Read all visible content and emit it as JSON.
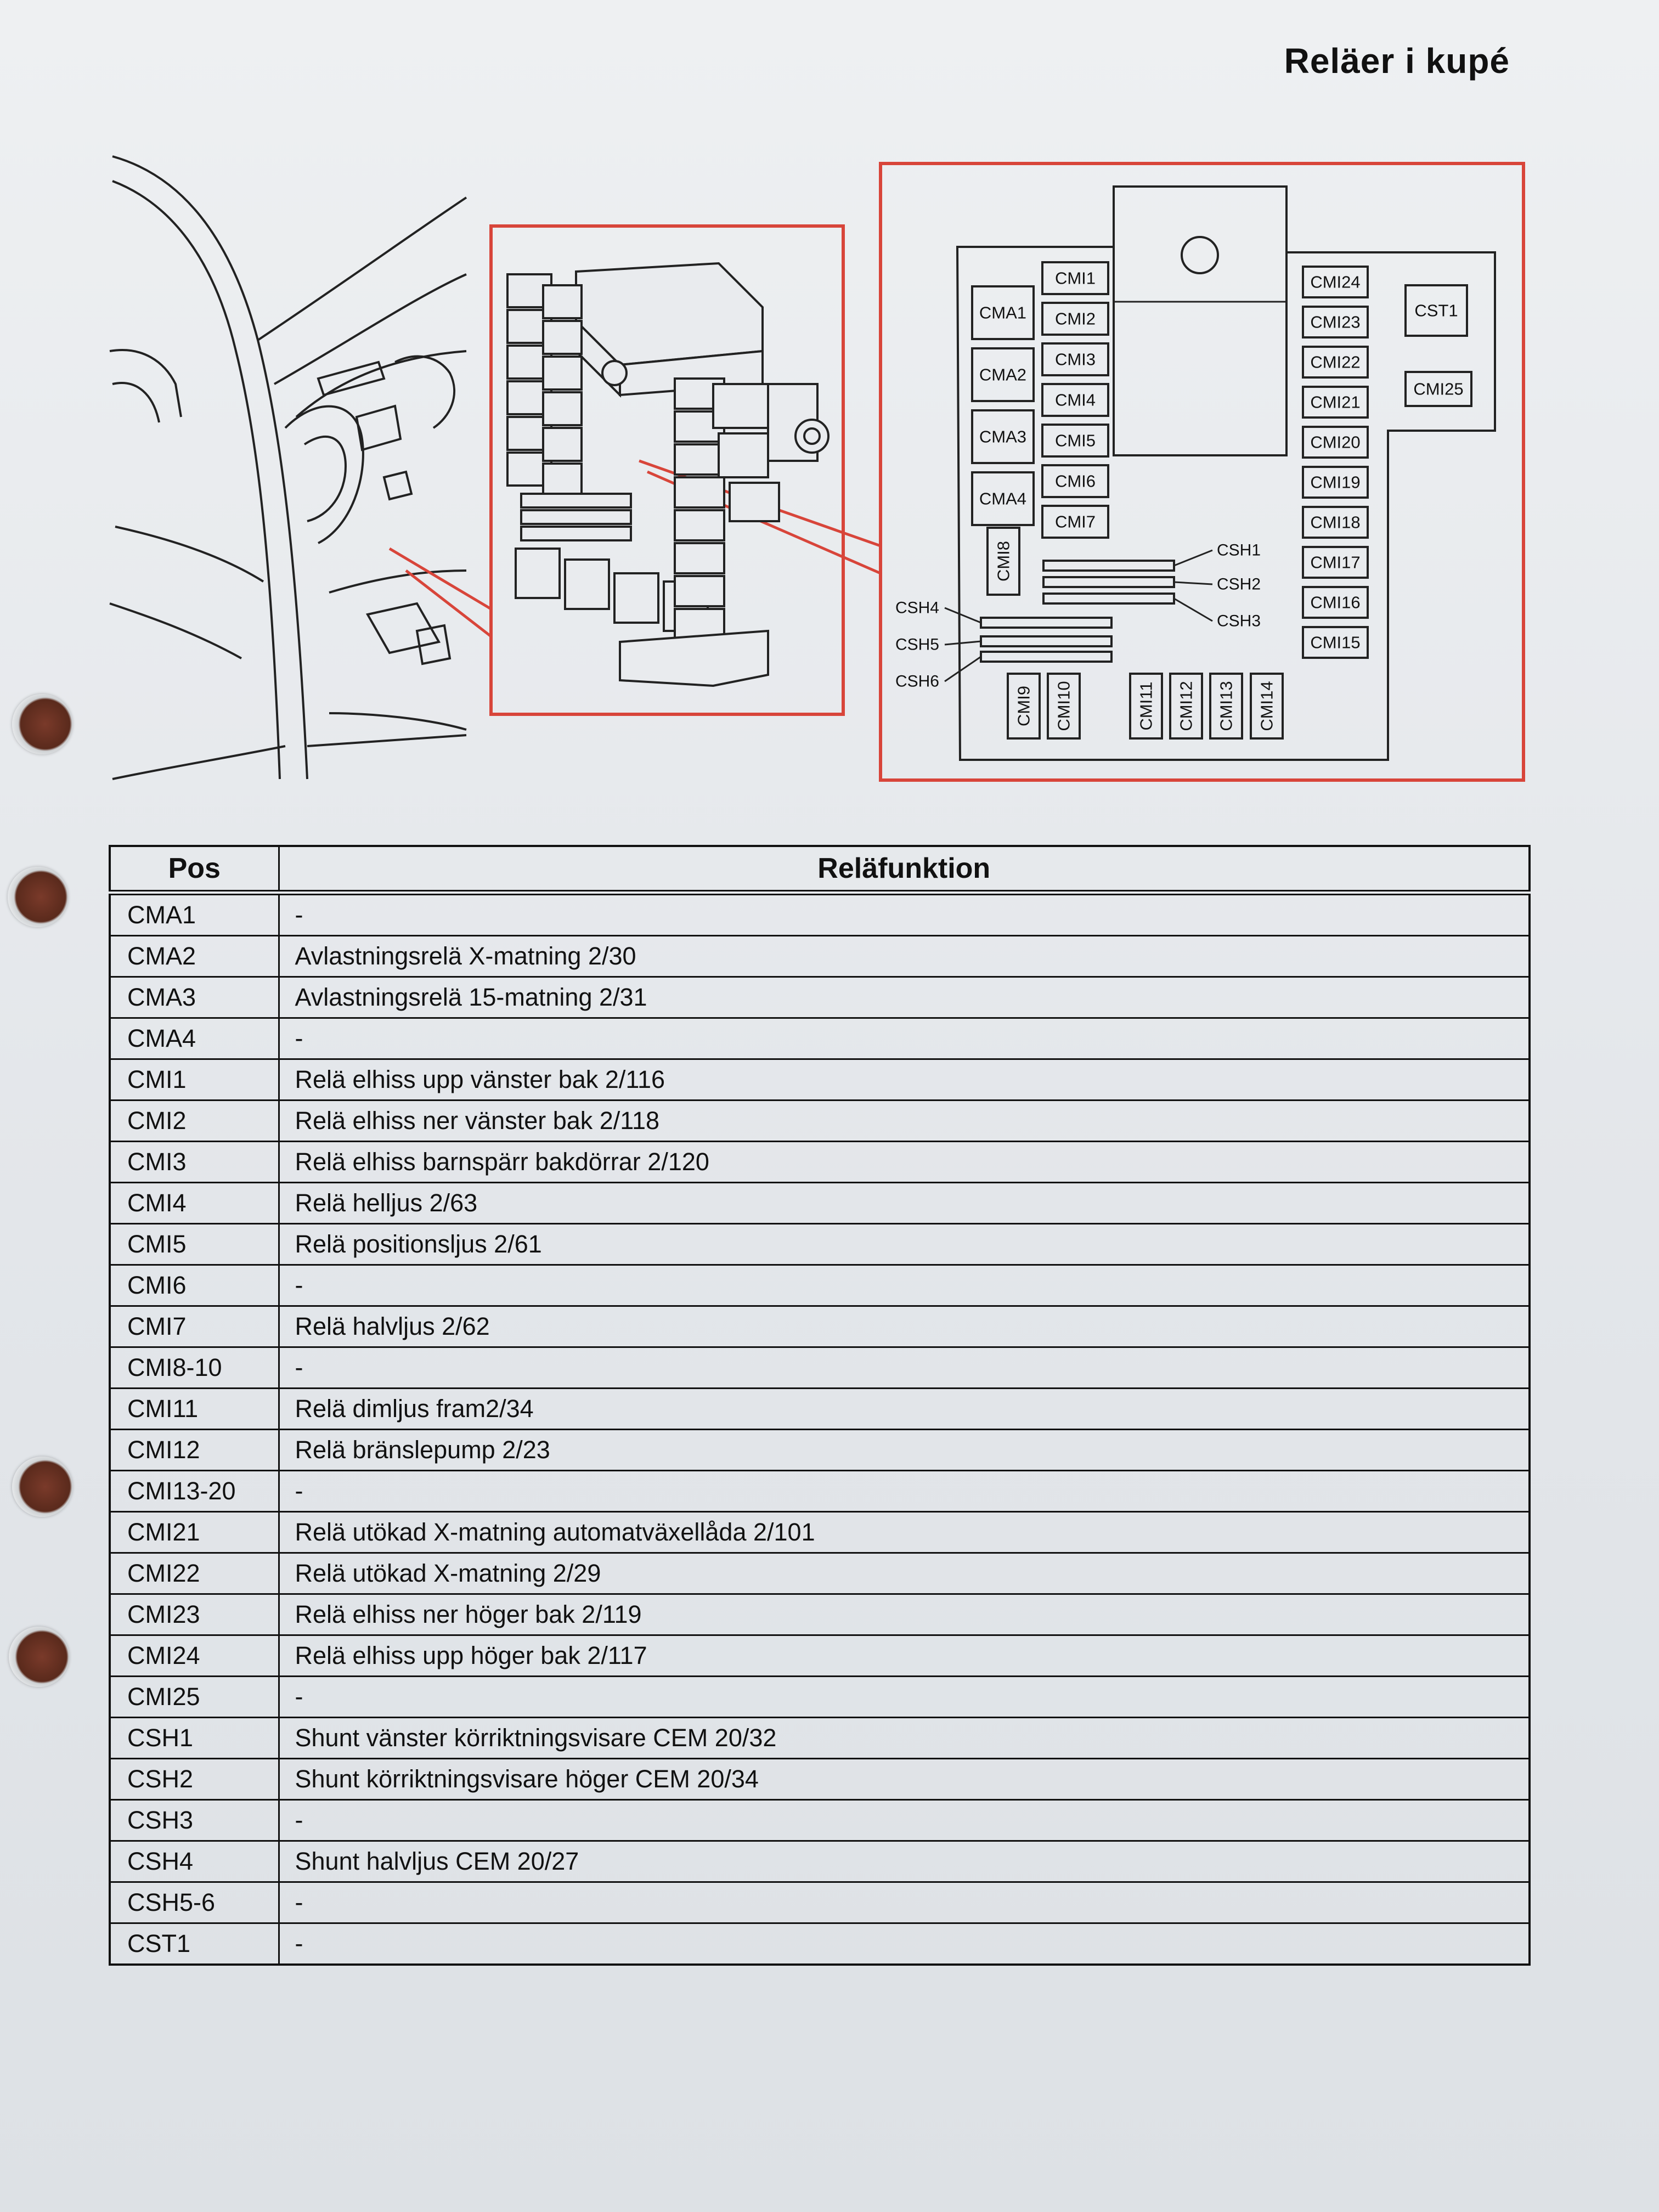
{
  "page": {
    "title": "Reläer i kupé"
  },
  "diagram": {
    "left_relays": [
      "CMA1",
      "CMA2",
      "CMA3",
      "CMA4"
    ],
    "cmi_column": [
      "CMI1",
      "CMI2",
      "CMI3",
      "CMI4",
      "CMI5",
      "CMI6",
      "CMI7"
    ],
    "right_column": [
      "CMI24",
      "CMI23",
      "CMI22",
      "CMI21",
      "CMI20",
      "CMI19",
      "CMI18",
      "CMI17",
      "CMI16",
      "CMI15"
    ],
    "far_right": [
      "CST1",
      "CMI25"
    ],
    "vertical_small": "CMI8",
    "bottom_vertical": [
      "CMI9",
      "CMI10",
      "CMI11",
      "CMI12",
      "CMI13",
      "CMI14"
    ],
    "shunts_upper": [
      "CSH1",
      "CSH2",
      "CSH3"
    ],
    "shunts_lower": [
      "CSH4",
      "CSH5",
      "CSH6"
    ],
    "highlight_color": "#d8453a"
  },
  "table": {
    "headers": {
      "pos": "Pos",
      "function": "Reläfunktion"
    },
    "rows": [
      {
        "pos": "CMA1",
        "function": "-"
      },
      {
        "pos": "CMA2",
        "function": "Avlastningsrelä X-matning 2/30"
      },
      {
        "pos": "CMA3",
        "function": "Avlastningsrelä 15-matning 2/31"
      },
      {
        "pos": "CMA4",
        "function": "-"
      },
      {
        "pos": "CMI1",
        "function": "Relä elhiss upp vänster bak 2/116"
      },
      {
        "pos": "CMI2",
        "function": "Relä elhiss ner vänster bak 2/118"
      },
      {
        "pos": "CMI3",
        "function": "Relä elhiss barnspärr bakdörrar 2/120"
      },
      {
        "pos": "CMI4",
        "function": "Relä helljus 2/63"
      },
      {
        "pos": "CMI5",
        "function": "Relä positionsljus 2/61"
      },
      {
        "pos": "CMI6",
        "function": "-"
      },
      {
        "pos": "CMI7",
        "function": "Relä halvljus 2/62"
      },
      {
        "pos": "CMI8-10",
        "function": "-"
      },
      {
        "pos": "CMI11",
        "function": "Relä dimljus fram2/34"
      },
      {
        "pos": "CMI12",
        "function": "Relä bränslepump 2/23"
      },
      {
        "pos": "CMI13-20",
        "function": "-"
      },
      {
        "pos": "CMI21",
        "function": "Relä utökad X-matning automatväxellåda 2/101"
      },
      {
        "pos": "CMI22",
        "function": "Relä utökad X-matning 2/29"
      },
      {
        "pos": "CMI23",
        "function": "Relä elhiss ner höger bak 2/119"
      },
      {
        "pos": "CMI24",
        "function": "Relä elhiss upp höger bak 2/117"
      },
      {
        "pos": "CMI25",
        "function": "-"
      },
      {
        "pos": "CSH1",
        "function": "Shunt vänster körriktningsvisare CEM 20/32"
      },
      {
        "pos": "CSH2",
        "function": "Shunt körriktningsvisare höger CEM 20/34"
      },
      {
        "pos": "CSH3",
        "function": "-"
      },
      {
        "pos": "CSH4",
        "function": "Shunt halvljus CEM 20/27"
      },
      {
        "pos": "CSH5-6",
        "function": "-"
      },
      {
        "pos": "CST1",
        "function": "-"
      }
    ]
  }
}
